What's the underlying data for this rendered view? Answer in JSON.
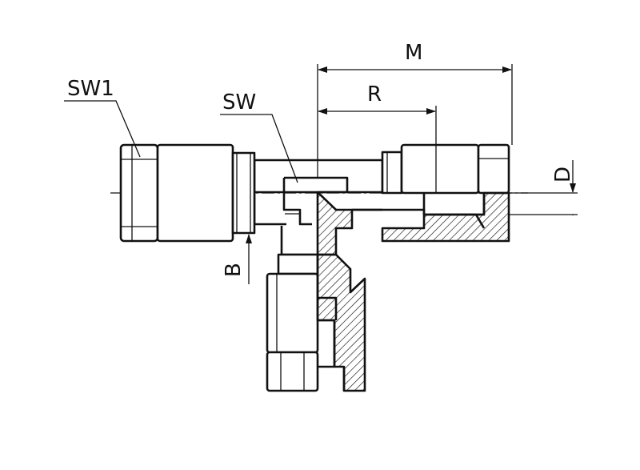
{
  "labels": {
    "sw1": "SW1",
    "sw": "SW",
    "m": "M",
    "r": "R",
    "d": "D",
    "b": "B"
  }
}
